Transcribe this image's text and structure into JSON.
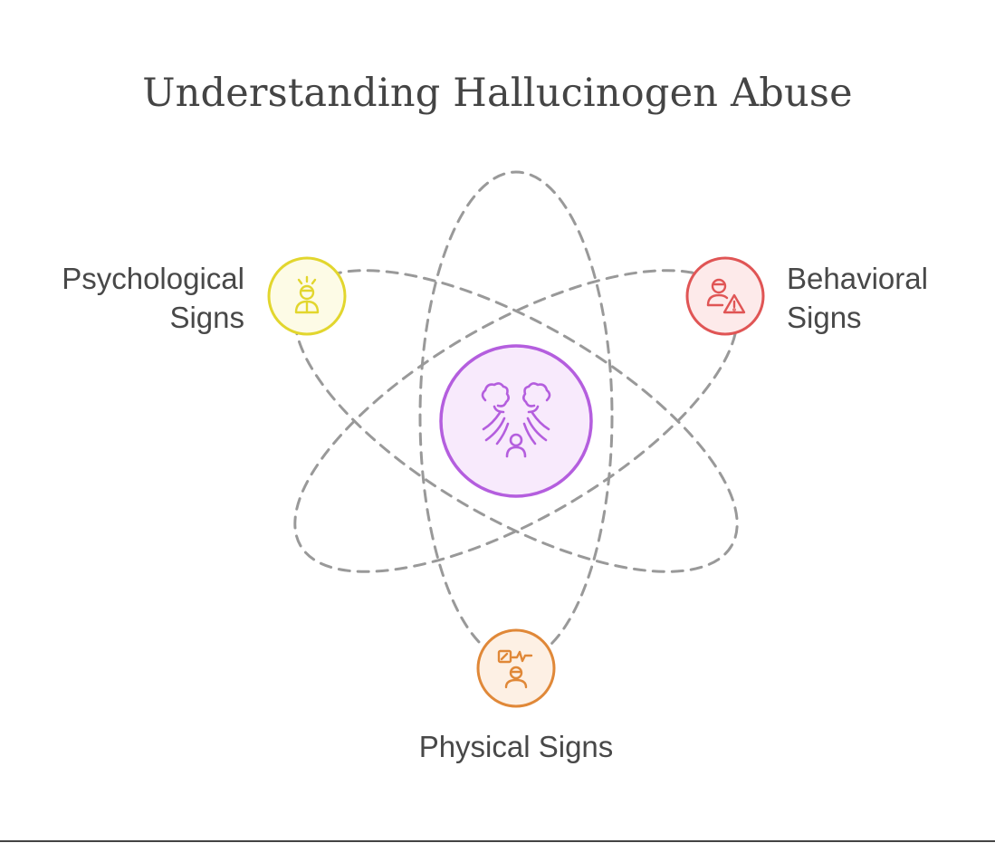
{
  "title": "Understanding Hallucinogen Abuse",
  "center": {
    "icon": "hallucination-icon",
    "stroke": "#b45ede",
    "fill": "#f8eafc"
  },
  "nodes": {
    "psychological": {
      "line1": "Psychological",
      "line2": "Signs",
      "icon": "stressed-person-icon",
      "stroke": "#e2d62e",
      "fill": "#fdfbe6"
    },
    "behavioral": {
      "line1": "Behavioral",
      "line2": "Signs",
      "icon": "person-warning-icon",
      "stroke": "#e05555",
      "fill": "#fdeaea"
    },
    "physical": {
      "line1": "Physical Signs",
      "icon": "person-vitals-icon",
      "stroke": "#e08838",
      "fill": "#fdf0e4"
    }
  },
  "orbit_color": "#999999"
}
